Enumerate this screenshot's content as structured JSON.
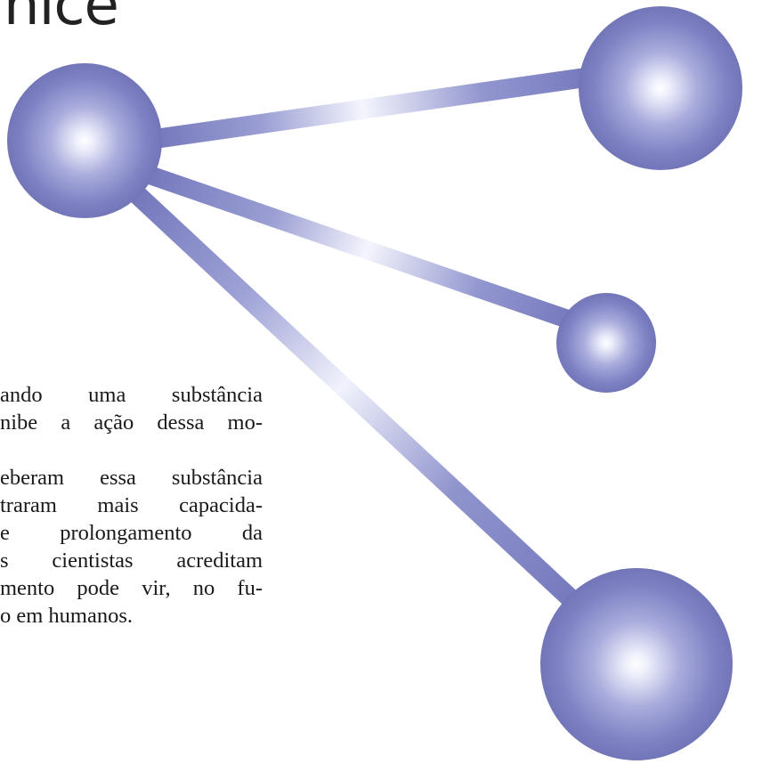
{
  "heading": "nice”",
  "paragraphs": [
    {
      "lines": [
        "ando uma substância",
        "nibe a ação dessa mo-"
      ]
    },
    {
      "lines": [
        "eberam essa substância",
        "traram mais capacida-",
        "e prolongamento da",
        "s cientistas acreditam",
        "mento pode vir, no fu-",
        "o em humanos."
      ]
    }
  ],
  "colors": {
    "sphere_edge": "#7478bb",
    "sphere_highlight": "#ffffff",
    "connector": "#7b80c2",
    "text": "#1a1a1a"
  },
  "graphic": {
    "description_icon": "molecule-network-icon"
  }
}
